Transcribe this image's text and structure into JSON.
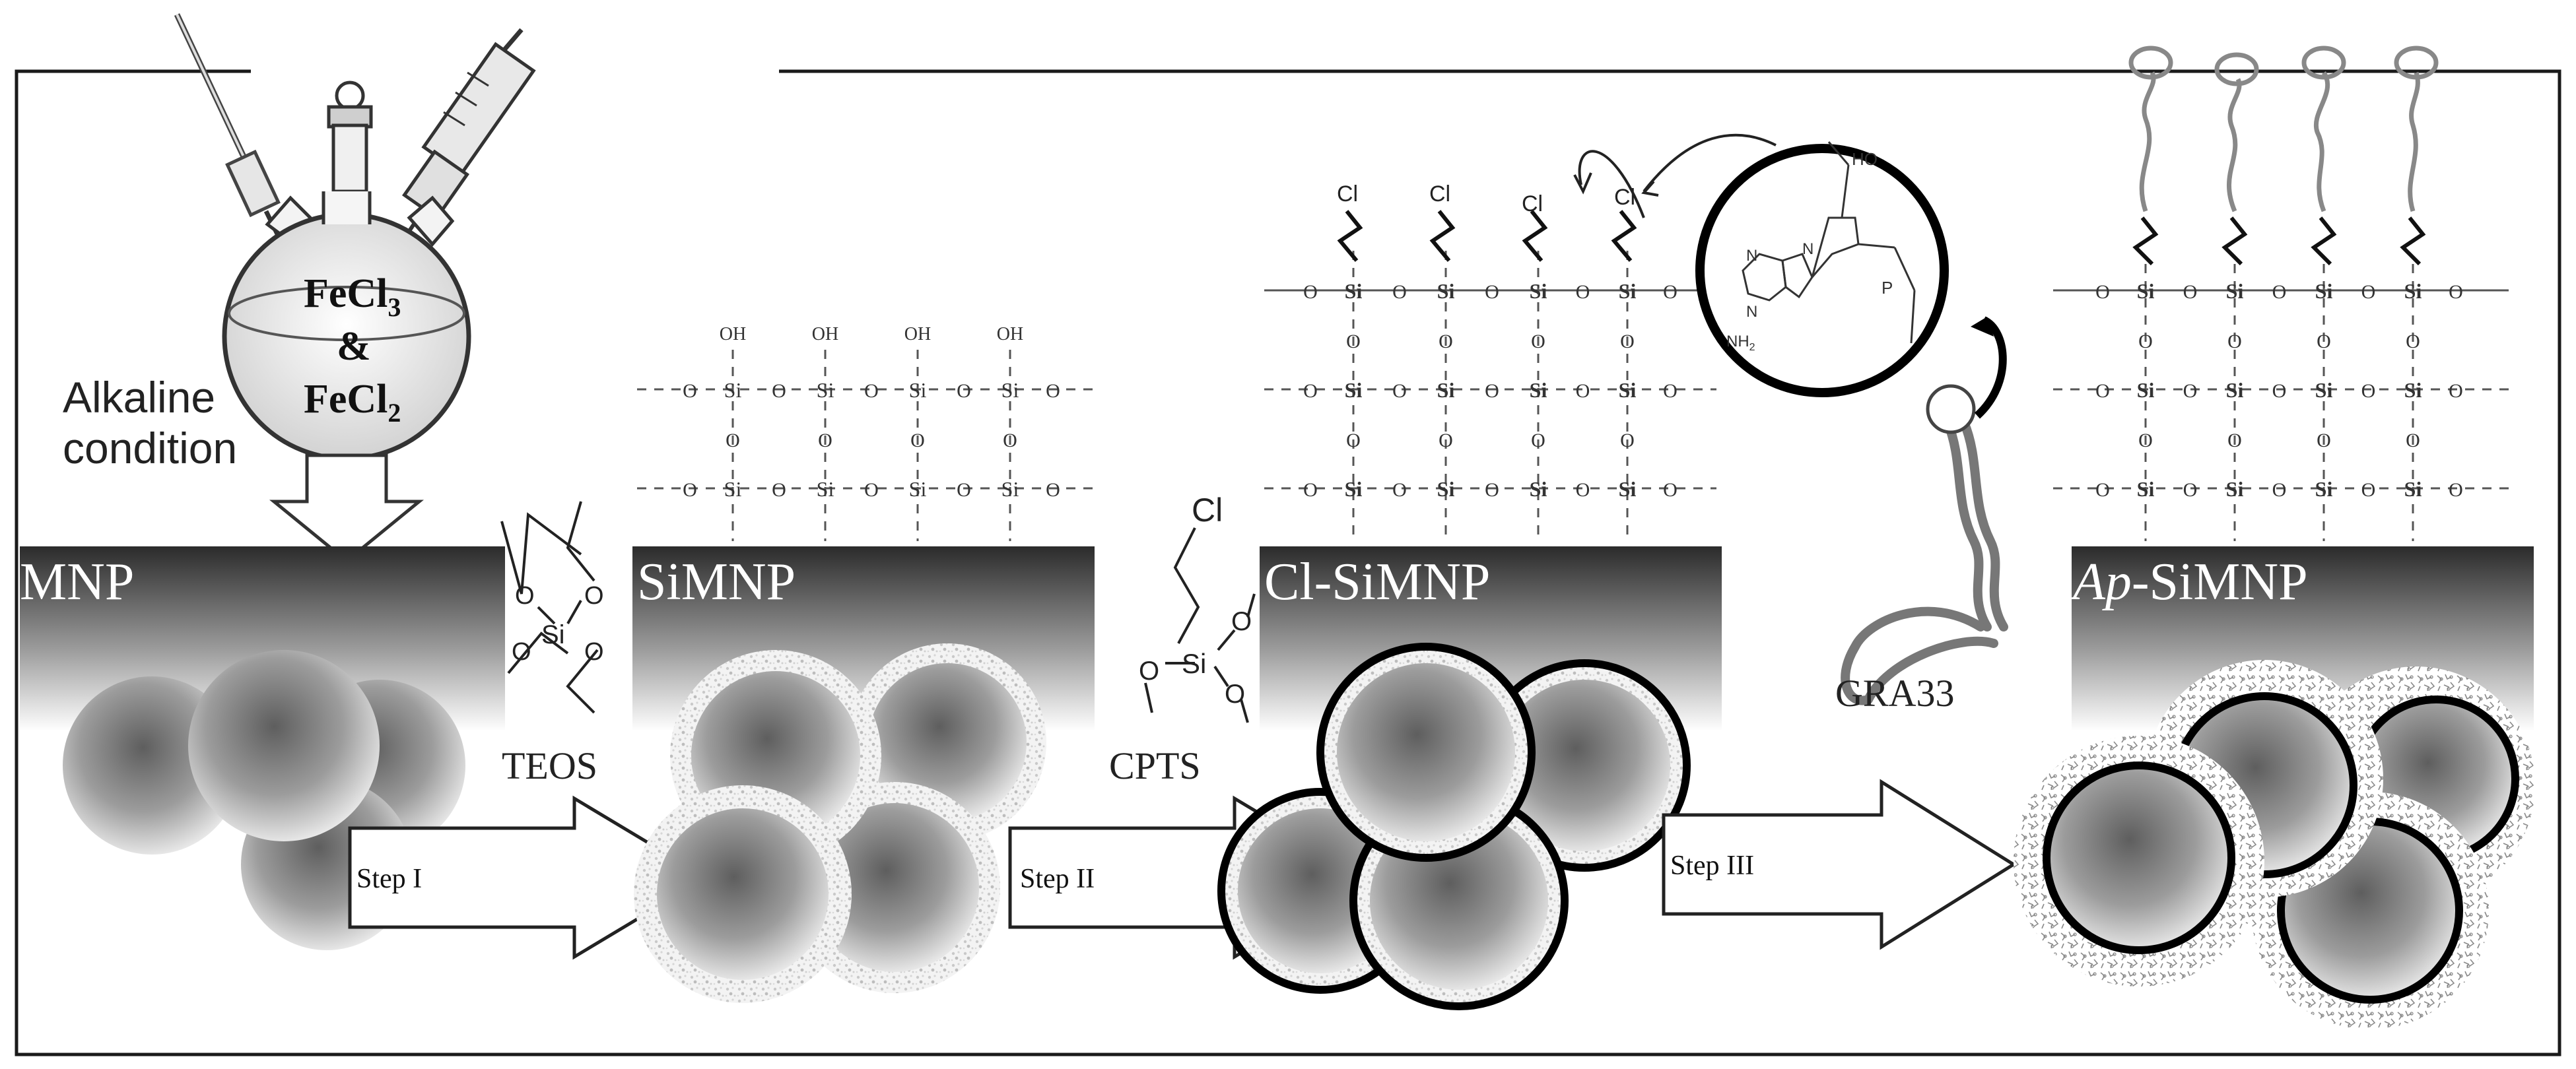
{
  "flask": {
    "reagent_1": "FeCl",
    "reagent_1_sub": "3",
    "ampersand": "&",
    "reagent_2": "FeCl",
    "reagent_2_sub": "2"
  },
  "condition": {
    "line1": "Alkaline",
    "line2": "condition"
  },
  "stages": {
    "mnp": "MNP",
    "simnp": "SiMNP",
    "clsimnp": "Cl-SiMNP",
    "ap_prefix": "Ap",
    "ap_suffix": "-SiMNP"
  },
  "reagents": {
    "teos": "TEOS",
    "cpts": "CPTS",
    "gra33": "GRA33"
  },
  "steps": {
    "step1": "Step I",
    "step2": "Step II",
    "step3": "Step III"
  },
  "atoms": {
    "si": "Si",
    "o": "O",
    "oh": "OH",
    "cl": "Cl",
    "ho": "HO",
    "nh2": "NH",
    "nh2_sub": "2",
    "n": "N",
    "p": "P"
  }
}
